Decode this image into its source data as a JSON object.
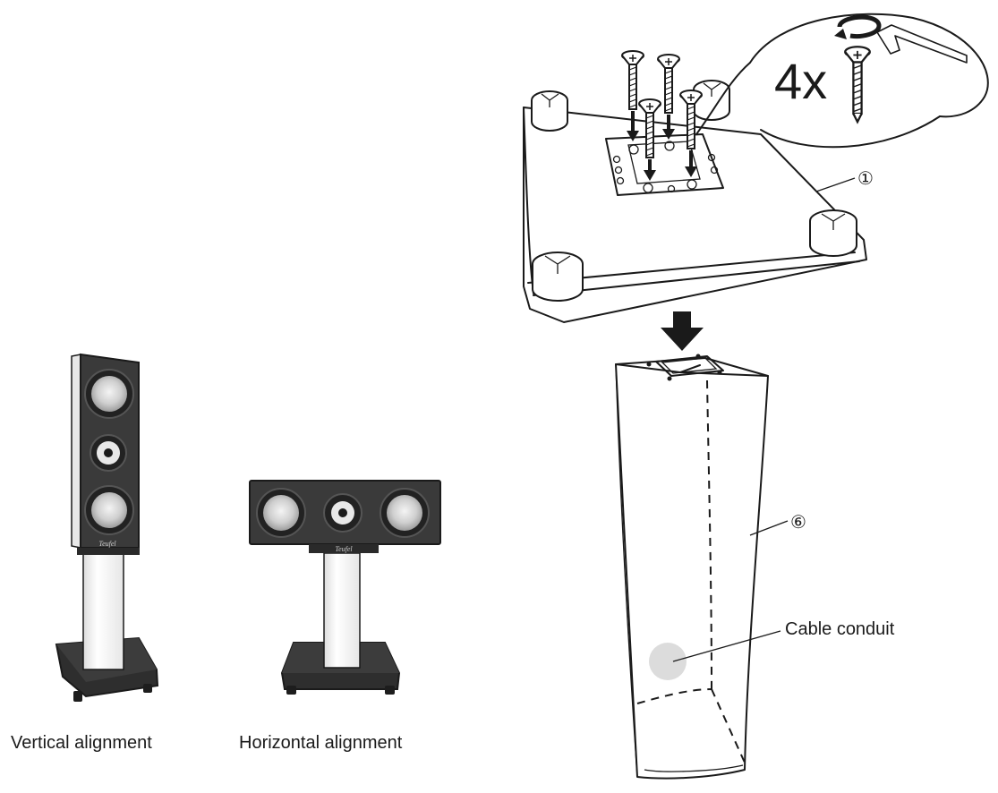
{
  "captions": {
    "vertical": "Vertical alignment",
    "horizontal": "Horizontal alignment"
  },
  "callouts": {
    "screw_count": "4x",
    "base_plate_number": "①",
    "column_number": "⑥",
    "cable_conduit": "Cable conduit"
  },
  "brand_badge": "Teufel",
  "colors": {
    "line": "#1a1a1a",
    "cabinet": "#3a3a3a",
    "driver_cone": "#c9c9c9",
    "column_white": "#ffffff",
    "conduit_fill": "#dcdcdc"
  },
  "icons": [
    "rotate-arrow-icon",
    "hex-key-icon",
    "down-arrow-icon"
  ]
}
